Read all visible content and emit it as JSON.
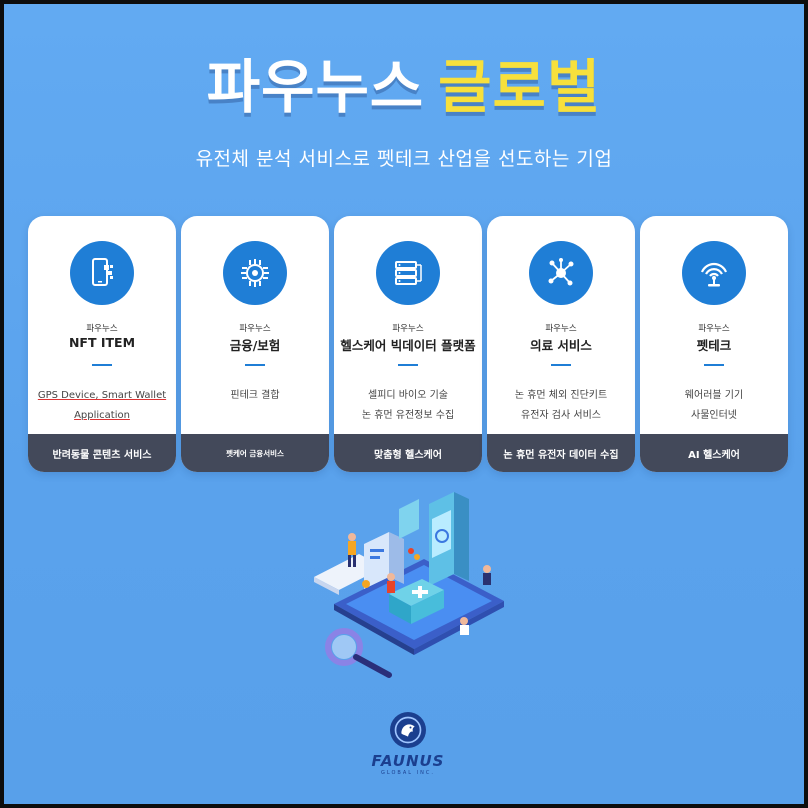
{
  "headline": {
    "white": "파우누스",
    "yellow": "글로벌"
  },
  "subtitle": "유전체 분석 서비스로 펫테크 산업을 선도하는 기업",
  "cards": [
    {
      "brand": "파우누스",
      "title": "NFT ITEM",
      "desc1": "GPS Device, Smart Wallet",
      "desc2": "Application",
      "footer": "반려동물 콘텐츠 서비스",
      "icon": "phone-qr-icon"
    },
    {
      "brand": "파우누스",
      "title": "금융/보험",
      "desc1": "핀테크 결합",
      "desc2": "",
      "footer": "펫케어 금융서비스",
      "icon": "chip-icon"
    },
    {
      "brand": "파우누스",
      "title": "헬스케어 빅데이터 플랫폼",
      "desc1": "셀피디 바이오 기술",
      "desc2": "논 휴먼 유전정보 수집",
      "footer": "맞춤형 헬스케어",
      "icon": "server-icon"
    },
    {
      "brand": "파우누스",
      "title": "의료 서비스",
      "desc1": "논 휴먼 체외 진단키트",
      "desc2": "유전자 검사 서비스",
      "footer": "논 휴먼 유전자 데이터 수집",
      "icon": "network-icon"
    },
    {
      "brand": "파우누스",
      "title": "펫테크",
      "desc1": "웨어러블 기기",
      "desc2": "사물인터넷",
      "footer": "AI 헬스케어",
      "icon": "wifi-signal-icon"
    }
  ],
  "logo": {
    "name": "FAUNUS",
    "sub": "GLOBAL INC."
  },
  "colors": {
    "background": "#5aa3ee",
    "accent": "#1f7ed6",
    "yellow": "#f7e03c",
    "footer": "#43495a",
    "logo": "#1b3f8f"
  }
}
